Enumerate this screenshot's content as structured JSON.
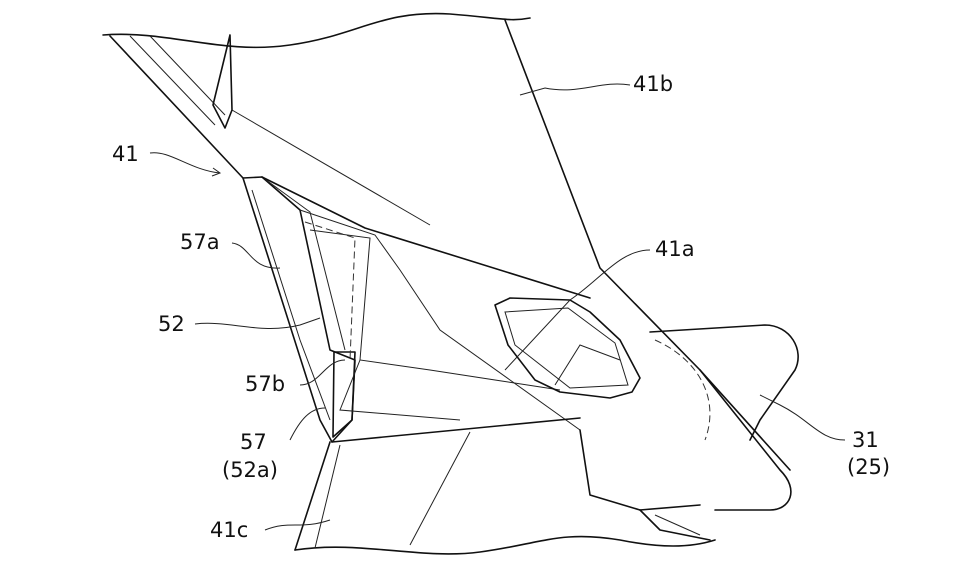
{
  "figure": {
    "labels": {
      "l41b": "41b",
      "l41": "41",
      "l57a": "57a",
      "l41a": "41a",
      "l52": "52",
      "l57b": "57b",
      "l57": "57",
      "l52a": "(52a)",
      "l31": "31",
      "l25": "(25)",
      "l41c": "41c"
    }
  }
}
